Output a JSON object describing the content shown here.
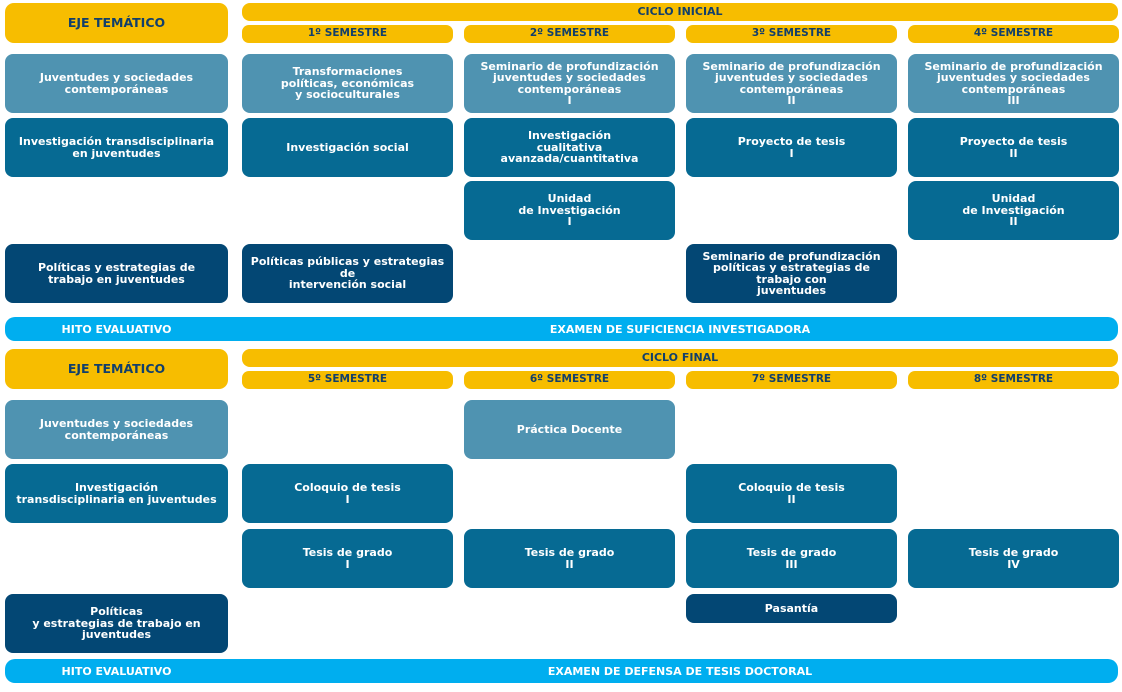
{
  "colors": {
    "yellow": "#f7bd00",
    "light_blue": "#4f93b1",
    "mid_blue": "#066a93",
    "dark_blue": "#034774",
    "cyan": "#00aeef",
    "navy_text": "#123f6b"
  },
  "ciclo_inicial": {
    "eje_label": "EJE TEMÁTICO",
    "cycle_label": "CICLO INICIAL",
    "semesters": [
      "1º SEMESTRE",
      "2º SEMESTRE",
      "3º SEMESTRE",
      "4º SEMESTRE"
    ],
    "themes": [
      "Juventudes y sociedades\ncontemporáneas",
      "Investigación transdisciplinaria\nen juventudes",
      "Políticas y estrategias de\ntrabajo en juventudes"
    ],
    "courses": {
      "transformaciones": "Transformaciones\npolíticas, económicas\ny socioculturales",
      "seminario_juv_1": "Seminario de profundización\njuventudes y sociedades\ncontemporáneas\nI",
      "seminario_juv_2": "Seminario de profundización\njuventudes y sociedades\ncontemporáneas\nII",
      "seminario_juv_3": "Seminario de profundización\njuventudes y sociedades\ncontemporáneas\nIII",
      "investigacion_social": "Investigación social",
      "investigacion_cualitativa": "Investigación\ncualitativa avanzada/cuantitativa",
      "proyecto_tesis_1": "Proyecto de tesis\nI",
      "proyecto_tesis_2": "Proyecto de tesis\nII",
      "unidad_inv_1": "Unidad\nde Investigación\nI",
      "unidad_inv_2": "Unidad\nde Investigación\nII",
      "politicas_publicas": "Políticas públicas y estrategias de\nintervención social",
      "seminario_politicas": "Seminario de profundización\npolíticas y estrategias de trabajo con\njuventudes"
    },
    "hito_label": "HITO EVALUATIVO",
    "hito_exam": "EXAMEN DE SUFICIENCIA INVESTIGADORA"
  },
  "ciclo_final": {
    "eje_label": "EJE TEMÁTICO",
    "cycle_label": "CICLO FINAL",
    "semesters": [
      "5º SEMESTRE",
      "6º SEMESTRE",
      "7º SEMESTRE",
      "8º SEMESTRE"
    ],
    "themes": [
      "Juventudes y sociedades\ncontemporáneas",
      "Investigación\ntransdisciplinaria en juventudes",
      "Políticas\ny estrategias de trabajo en juventudes"
    ],
    "courses": {
      "practica_docente": "Práctica Docente",
      "coloquio_1": "Coloquio de tesis\nI",
      "coloquio_2": "Coloquio de tesis\nII",
      "tesis_1": "Tesis de grado\nI",
      "tesis_2": "Tesis de grado\nII",
      "tesis_3": "Tesis de grado\nIII",
      "tesis_4": "Tesis de grado\nIV",
      "pasantia": "Pasantía"
    },
    "hito_label": "HITO EVALUATIVO",
    "hito_exam": "EXAMEN DE DEFENSA DE TESIS DOCTORAL"
  }
}
